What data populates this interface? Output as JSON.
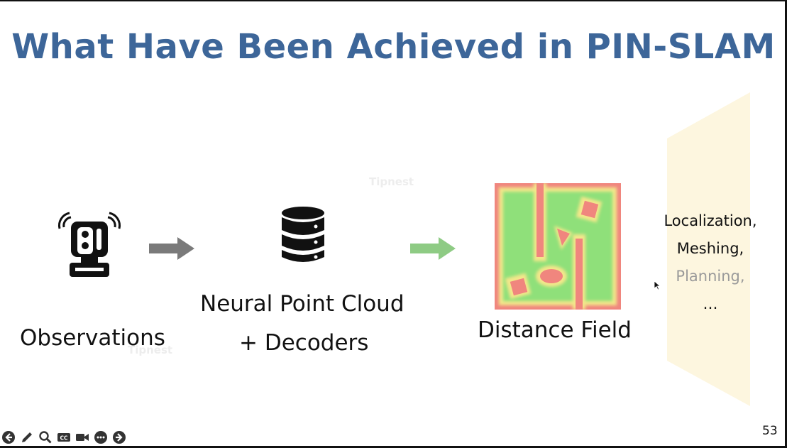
{
  "slide": {
    "title": "What Have Been Achieved in PIN-SLAM",
    "page_number": "53",
    "pipeline": {
      "observations_label": "Observations",
      "neural_label_line1": "Neural Point Cloud",
      "neural_label_line2": "+ Decoders",
      "distance_label": "Distance Field"
    },
    "applications": [
      "Localization,",
      "Meshing,",
      "Planning,",
      "…"
    ],
    "watermark": "Tipnest",
    "colors": {
      "title": "#3d6699",
      "arrow_gray": "#7a7a7a",
      "arrow_green": "#8ecb84",
      "panel": "#fdf6df",
      "muted_text": "#9a9a9a"
    }
  },
  "toolbar": {
    "buttons": [
      "previous-icon",
      "pen-icon",
      "zoom-icon",
      "captions-icon",
      "video-icon",
      "more-icon",
      "next-icon"
    ]
  }
}
